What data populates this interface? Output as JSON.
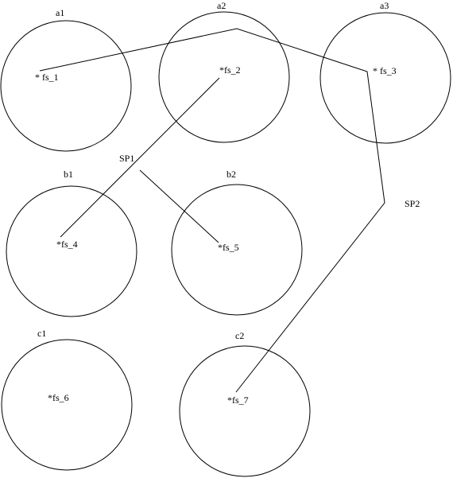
{
  "diagram": {
    "colors": {
      "stroke": "#000000",
      "background": "#ffffff"
    },
    "regions": [
      {
        "id": "a1",
        "label": "a1"
      },
      {
        "id": "a2",
        "label": "a2"
      },
      {
        "id": "a3",
        "label": "a3"
      },
      {
        "id": "b1",
        "label": "b1"
      },
      {
        "id": "b2",
        "label": "b2"
      },
      {
        "id": "c1",
        "label": "c1"
      },
      {
        "id": "c2",
        "label": "c2"
      }
    ],
    "nodes": [
      {
        "id": "fs_1",
        "label": "* fs_1",
        "region": "a1"
      },
      {
        "id": "fs_2",
        "label": "*fs_2",
        "region": "a2"
      },
      {
        "id": "fs_3",
        "label": "* fs_3",
        "region": "a3"
      },
      {
        "id": "fs_4",
        "label": "*fs_4",
        "region": "b1"
      },
      {
        "id": "fs_5",
        "label": "*fs_5",
        "region": "b2"
      },
      {
        "id": "fs_6",
        "label": "*fs_6",
        "region": "c1"
      },
      {
        "id": "fs_7",
        "label": "*fs_7",
        "region": "c2"
      }
    ],
    "paths": [
      {
        "id": "sp1",
        "label": "SP1",
        "members": [
          "fs_2",
          "fs_4",
          "fs_5"
        ]
      },
      {
        "id": "sp2",
        "label": "SP2",
        "members": [
          "fs_1",
          "fs_3",
          "fs_7"
        ]
      }
    ]
  }
}
